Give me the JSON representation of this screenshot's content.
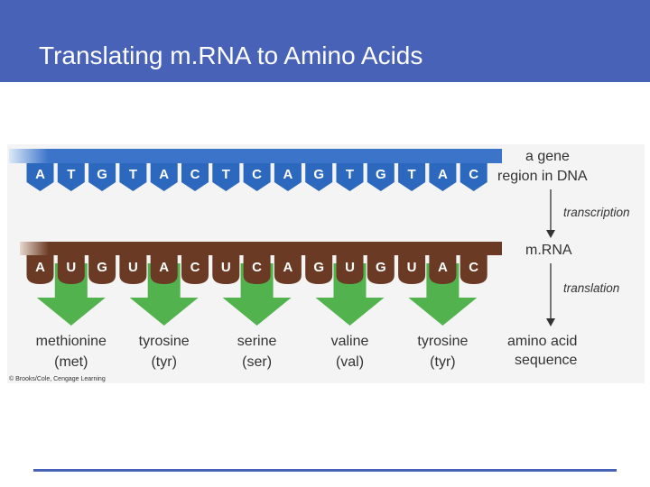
{
  "slide": {
    "title": "Translating m.RNA to Amino Acids"
  },
  "colors": {
    "header_bg": "#4762b6",
    "dna_strand": "#3b74c9",
    "dna_tooth": "#2d68bf",
    "mrna_strand": "#6b3a24",
    "mrna_tooth": "#6b3a24",
    "arrow_green": "#52b24d",
    "footer_line": "#4762b6"
  },
  "figure": {
    "dna_bases": [
      "A",
      "T",
      "G",
      "T",
      "A",
      "C",
      "T",
      "C",
      "A",
      "G",
      "T",
      "G",
      "T",
      "A",
      "C"
    ],
    "mrna_bases": [
      "A",
      "U",
      "G",
      "U",
      "A",
      "C",
      "U",
      "C",
      "A",
      "G",
      "U",
      "G",
      "U",
      "A",
      "C"
    ],
    "amino_acids": [
      {
        "name": "methionine",
        "abbr": "(met)"
      },
      {
        "name": "tyrosine",
        "abbr": "(tyr)"
      },
      {
        "name": "serine",
        "abbr": "(ser)"
      },
      {
        "name": "valine",
        "abbr": "(val)"
      },
      {
        "name": "tyrosine",
        "abbr": "(tyr)"
      }
    ],
    "labels": {
      "gene_line1": "a gene",
      "gene_line2": "region in DNA",
      "transcription": "transcription",
      "mrna": "m.RNA",
      "translation": "translation",
      "amino_line1": "amino acid",
      "amino_line2": "sequence"
    },
    "credit": "© Brooks/Cole, Cengage Learning"
  }
}
